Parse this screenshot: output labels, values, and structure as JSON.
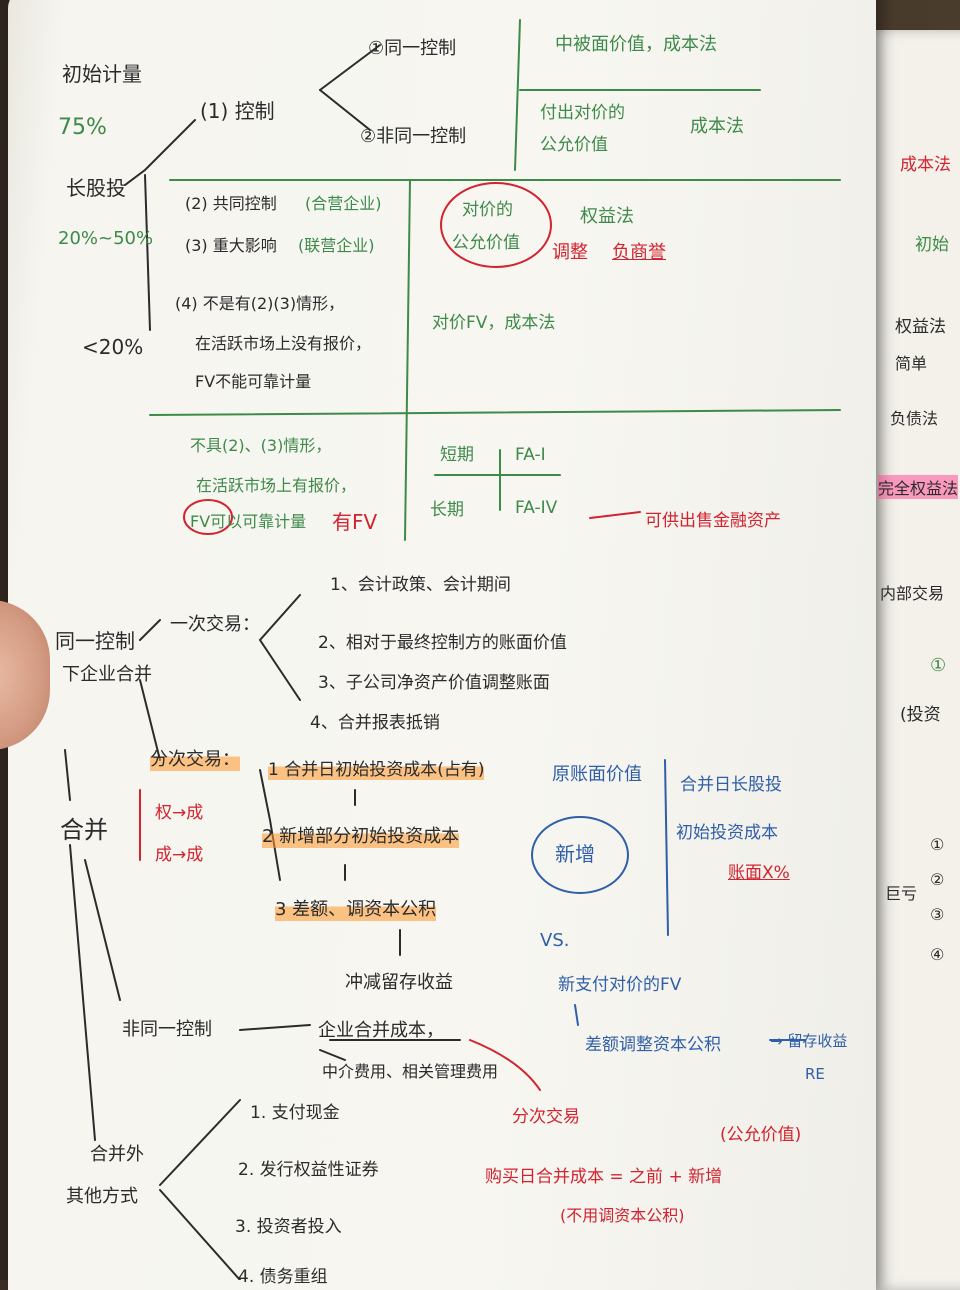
{
  "notes": {
    "top": {
      "initial_measure": "初始计量",
      "pct_75": "75%",
      "long_equity": "长股投",
      "pct_2050": "20%~50%",
      "pct_lt20": "<20%",
      "control": "(1) 控制",
      "same_control": "①同一控制",
      "book_value_cost": "中被面价值，成本法",
      "diff_control": "②非同一控制",
      "fair_value_paid_1": "付出对价的",
      "fair_value_paid_2": "公允价值",
      "cost_method": "成本法",
      "joint": "(2) 共同控制",
      "joint_tag": "(合营企业)",
      "significant": "(3) 重大影响",
      "significant_tag": "(联营企业)",
      "paid_fv_circle_1": "对价的",
      "paid_fv_circle_2": "公允价值",
      "equity_method": "权益法",
      "adjust": "调整",
      "negative_goodwill": "负商誉",
      "none_1": "(4) 不是有(2)(3)情形，",
      "none_2": "在活跃市场上没有报价，",
      "none_3": "FV不能可靠计量",
      "paid_fv_cost": "对价FV，成本法",
      "not_1": "不具(2)、(3)情形，",
      "not_2": "在活跃市场上有报价，",
      "not_3": "FV可以可靠计量",
      "has_fv": "有FV",
      "short_term": "短期",
      "fa_i": "FA-I",
      "long_term": "长期",
      "fa_iv": "FA-IV",
      "afs": "可供出售金融资产"
    },
    "merger": {
      "same_control_1": "同一控制",
      "same_control_2": "下企业合并",
      "merge": "合并",
      "one_time": "一次交易：",
      "step1": "1、会计政策、会计期间",
      "step2": "2、相对于最终控制方的账面价值",
      "step3": "3、子公司净资产价值调整账面",
      "step4": "4、合并报表抵销",
      "multi": "分次交易：",
      "eq_to_cost": "权→成",
      "cost_to_eq": "成→成",
      "m1": "1 合并日初始投资成本(占有)",
      "m2": "2 新增部分初始投资成本",
      "m3": "3 差额、调资本公积",
      "orig_book": "原账面价值",
      "add_circle": "新增",
      "vs": "VS.",
      "new_fv": "新支付对价的FV",
      "diff_adj": "差额调整资本公积",
      "to_goodwill": "→ 留存收益",
      "re": "RE",
      "right_1": "合并日长股投",
      "right_2": "初始投资成本",
      "right_3": "账面X%",
      "reduce_re": "冲减留存收益",
      "nonsame": "非同一控制",
      "merger_cost": "企业合并成本，",
      "agent_fee": "中介费用、相关管理费用",
      "multi_trade": "分次交易",
      "fair_tag": "(公允价值)",
      "cost_eq": "购买日合并成本 = 之前 + 新增",
      "no_adjust": "(不用调资本公积)",
      "other_1": "合并外",
      "other_2": "其他方式",
      "o1": "1. 支付现金",
      "o2": "2. 发行权益性证券",
      "o3": "3. 投资者投入",
      "o4": "4. 债务重组"
    },
    "side_page": {
      "s1": "成本法",
      "s2": "初始",
      "s3": "权益法",
      "s4": "简单",
      "s5": "负债法",
      "s6": "完全权益法",
      "s7": "内部交易",
      "s8": "①",
      "s9": "(投资",
      "s10": "①",
      "s11": "②",
      "s12": "③",
      "s13": "④",
      "s14": "巨亏"
    }
  }
}
